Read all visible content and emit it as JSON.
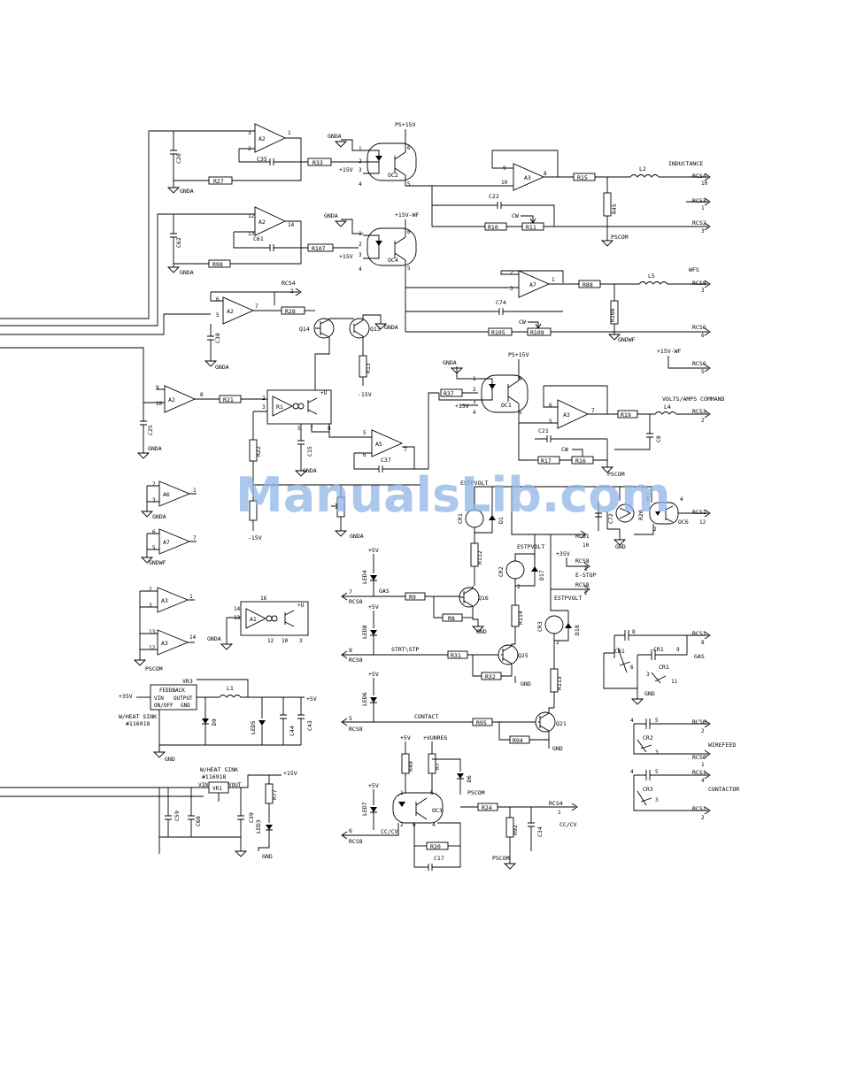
{
  "watermark": "ManualsLib.com",
  "supplies": {
    "ps15": "PS+15V",
    "p15wf": "+15V-WF",
    "p15": "+15V",
    "m15": "-15V",
    "p5": "+5V",
    "p35": "+35V",
    "vunreg": "+VUNREG",
    "p15b": "+15V"
  },
  "grounds": {
    "gnda": "GNDA",
    "gndwf": "GNDWF",
    "pscom": "PSCOM",
    "gnd": "GND"
  },
  "opamps": {
    "a2": "A2",
    "a3": "A3",
    "a5": "A5",
    "a6": "A6",
    "a7": "A7",
    "a1": "A1",
    "r1": "R1"
  },
  "opto": {
    "oc1": "OC1",
    "oc2": "OC2",
    "oc3": "OC3",
    "oc4": "OC4",
    "oc6": "OC6"
  },
  "transistors": {
    "q13": "Q13",
    "q14": "Q14",
    "q16": "Q16",
    "q21": "Q21",
    "q25": "Q25",
    "r20": "R20"
  },
  "resistors": {
    "r33": "R33",
    "r27": "R27",
    "r98": "R98",
    "r107": "R107",
    "r15": "R15",
    "r45": "R45",
    "r10": "R10",
    "r11": "R11",
    "r88": "R88",
    "r108": "R108",
    "r105": "R105",
    "r109": "R109",
    "r28": "R28",
    "r13": "R13",
    "r21": "R21",
    "r22": "R22",
    "r37": "R37",
    "r19": "R19",
    "r17": "R17",
    "r16": "R16",
    "r112": "R112",
    "r114": "R114",
    "r113": "R113",
    "r9": "R9",
    "r8": "R8",
    "r31": "R31",
    "r32": "R32",
    "r95": "R95",
    "r94": "R94",
    "r49": "R49",
    "r7": "R7",
    "r24": "R24",
    "r92": "R92",
    "r20b": "R20",
    "r77": "R77"
  },
  "capacitors": {
    "c20": "C20",
    "c35": "C35",
    "c62": "C62",
    "c61": "C61",
    "c22": "C22",
    "c74": "C74",
    "c38": "C38",
    "c25": "C25",
    "c15": "C15",
    "c37": "C37",
    "c21": "C21",
    "c8": "C8",
    "c72": "C72",
    "c17": "C17",
    "c34": "C34",
    "c59": "C59",
    "c60": "C60",
    "c39": "C39",
    "c44": "C44",
    "c43": "C43"
  },
  "inductors": {
    "l2": "L2",
    "l5": "L5",
    "l4": "L4",
    "l1": "L1"
  },
  "diodes": {
    "d1": "D1",
    "d17": "D17",
    "d18": "D18",
    "d9": "D9",
    "d6": "D6",
    "led4": "LED4",
    "led8": "LED8",
    "led6": "LED6",
    "led7": "LED7",
    "led5": "LED5",
    "led3": "LED3"
  },
  "relays": {
    "cr1": "CR1",
    "cr2": "CR2",
    "cr3": "CR3"
  },
  "regulators": {
    "vr3": "VR3",
    "vr3_feedback": "FEEDBACK",
    "vr3_vin": "VIN",
    "vr3_output": "OUTPUT",
    "vr3_onoff": "ON/OFF",
    "vr3_gnd": "GND",
    "hs1": "W/HEAT SINK",
    "hs1_part": "#116918",
    "vr1": "VR1",
    "vr1_vin": "VIN",
    "vr1_vout": "VOUT",
    "hs2": "W/HEAT SINK",
    "hs2_part": "#116918"
  },
  "cw": "CW",
  "connectors": {
    "rcs4_10": "RCS4",
    "rcs4_10_pin": "10",
    "rcs3_1": "RCS3",
    "rcs3_1_pin": "1",
    "rcs2_3": "RCS2",
    "rcs2_3_pin": "3",
    "rcs4_2": "RCS4",
    "rcs4_2_pin": "2",
    "rcs8_3": "RCS8",
    "rcs8_3_pin": "3",
    "rcs6_6": "RCS6",
    "rcs6_6_pin": "6",
    "rcs6_5": "RCS6",
    "rcs6_5_pin": "5",
    "rcs3_2": "RCS3",
    "rcs3_2_pin": "2",
    "rcs1_12": "RCS1",
    "rcs1_12_pin": "12",
    "rcs1_10": "RCS1",
    "rcs1_10_pin": "10",
    "rcs8_1": "RCS8",
    "rcs8_1_pin": "1",
    "rcs8_2": "RCS8",
    "rcs8_2_pin": "2",
    "rcs8_7": "RCS8",
    "rcs8_7_pin": "7",
    "rcs8_8": "RCS8",
    "rcs8_8_pin": "8",
    "rcs8_5": "RCS8",
    "rcs8_5_pin": "5",
    "rcs8_6": "RCS8",
    "rcs8_6_pin": "6",
    "rcs4_1": "RCS4",
    "rcs4_1_pin": "1",
    "rcs1_8": "RCS1",
    "rcs1_8_pin": "8",
    "rcs6_2": "RCS6",
    "rcs6_2_pin": "2",
    "rcs6_1": "RCS6",
    "rcs6_1_pin": "1",
    "rcs1_4": "RCS1",
    "rcs1_4_pin": "4",
    "rcs1_2": "RCS1",
    "rcs1_2_pin": "2"
  },
  "signals": {
    "inductance": "INDUCTANCE",
    "wfs": "WFS",
    "volts_amps": "VOLTS/AMPS COMMAND",
    "estpvolt_a": "ESTPVOLT",
    "estpvolt_b": "ESTPVOLT",
    "estpvolt_c": "ESTPVOLT",
    "estop": "E-STOP",
    "gas": "GAS",
    "strt_stp": "STRT\\STP",
    "contact": "CONTACT",
    "cc_cv_a": "CC/CV",
    "cc_cv_b": "CC/CV",
    "gas_relay": "GAS",
    "wirefeed": "WIREFEED",
    "contactor": "CONTACTOR"
  }
}
